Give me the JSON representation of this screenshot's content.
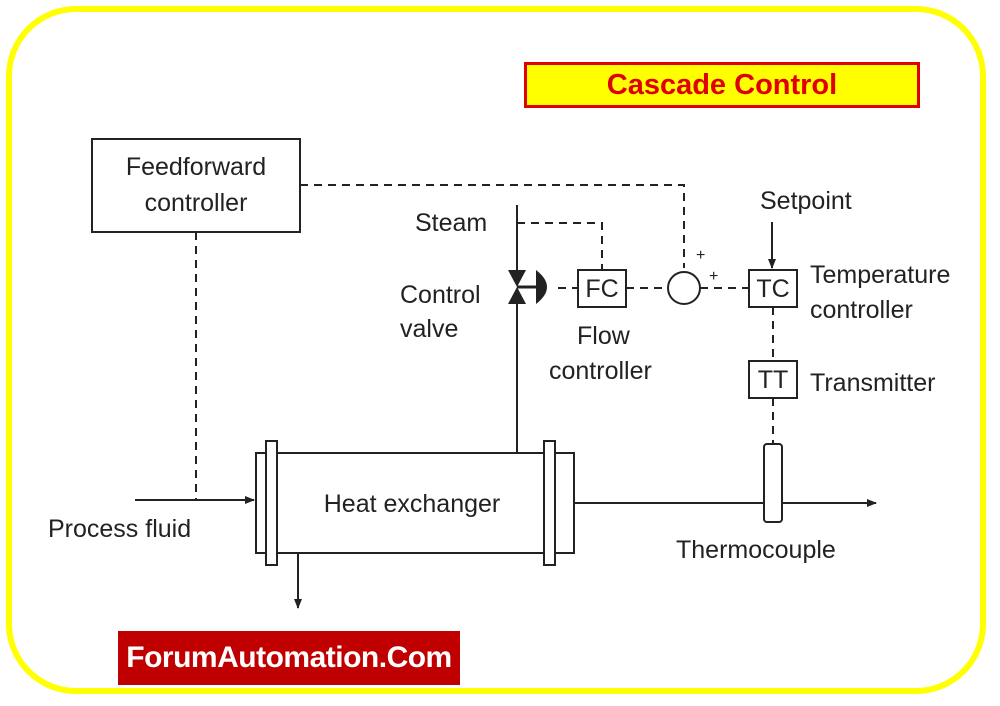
{
  "title": "Cascade Control",
  "brand": "ForumAutomation.Com",
  "colors": {
    "frame": "#ffff00",
    "title_text": "#e00000",
    "brand_bg": "#c00000",
    "line": "#222222"
  },
  "labels": {
    "feedforward_line1": "Feedforward",
    "feedforward_line2": "controller",
    "steam": "Steam",
    "control_valve_line1": "Control",
    "control_valve_line2": "valve",
    "fc": "FC",
    "flow_controller_line1": "Flow",
    "flow_controller_line2": "controller",
    "summing_plus_top": "+",
    "summing_plus_right": "+",
    "setpoint": "Setpoint",
    "tc": "TC",
    "temperature_controller_line1": "Temperature",
    "temperature_controller_line2": "controller",
    "tt": "TT",
    "transmitter": "Transmitter",
    "heat_exchanger": "Heat exchanger",
    "process_fluid": "Process fluid",
    "thermocouple": "Thermocouple"
  }
}
